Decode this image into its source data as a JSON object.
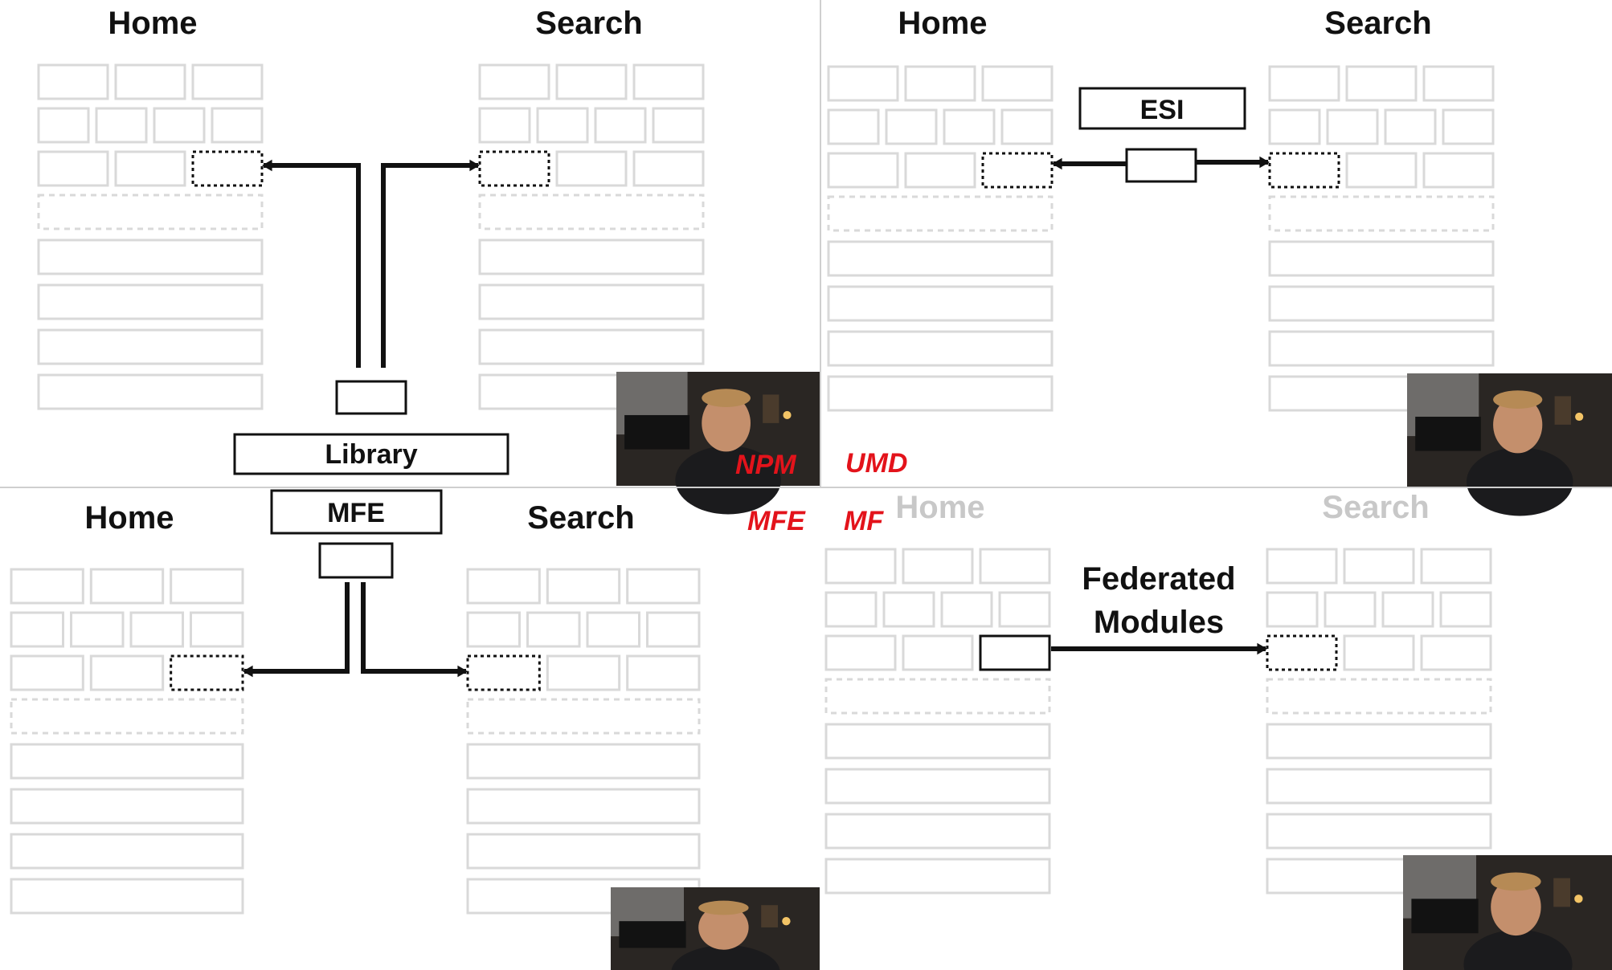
{
  "panels": [
    {
      "id": "npm",
      "home_title": "Home",
      "search_title": "Search",
      "labels": [
        "Library"
      ],
      "tag": "NPM",
      "tag_color": "#e3131b",
      "faded_titles": false
    },
    {
      "id": "umd",
      "home_title": "Home",
      "search_title": "Search",
      "labels": [
        "ESI"
      ],
      "tag": "UMD",
      "tag_color": "#e3131b",
      "faded_titles": false
    },
    {
      "id": "mfe",
      "home_title": "Home",
      "search_title": "Search",
      "labels": [
        "MFE"
      ],
      "tag": "MFE",
      "tag_color": "#e3131b",
      "faded_titles": false
    },
    {
      "id": "mf",
      "home_title": "Home",
      "search_title": "Search",
      "labels": [
        "Federated",
        "Modules"
      ],
      "tag": "MF",
      "tag_color": "#e3131b",
      "faded_titles": true
    }
  ],
  "colors": {
    "box_outline": "#d9d9d9",
    "faded_title": "#c8c8c8",
    "ink": "#111111",
    "video_bg": "#2a2623"
  },
  "icons": {
    "speaker_video": "speaker-video-thumbnail-icon"
  }
}
